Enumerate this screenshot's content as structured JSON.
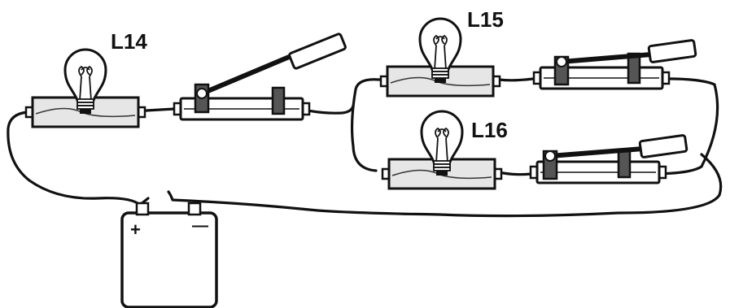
{
  "labels": {
    "lamp1": "L14",
    "lamp2": "L15",
    "lamp3": "L16"
  },
  "battery": {
    "positive": "+",
    "negative": "—"
  },
  "colors": {
    "line": "#111111",
    "fill": "#ffffff",
    "base_fill": "#e6e6e6",
    "contact_fill": "#555555"
  },
  "icons": [
    "light-bulb-icon",
    "knife-switch-icon",
    "battery-icon"
  ]
}
